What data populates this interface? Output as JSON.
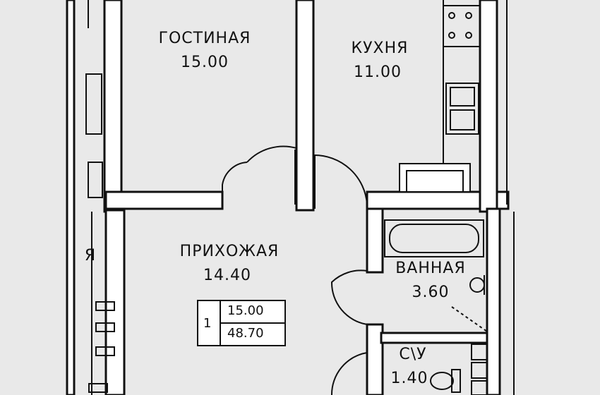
{
  "rooms": {
    "living": {
      "name": "ГОСТИНАЯ",
      "area": "15.00"
    },
    "kitchen": {
      "name": "КУХНЯ",
      "area": "11.00"
    },
    "hallway": {
      "name": "ПРИХОЖАЯ",
      "area": "14.40"
    },
    "bathroom": {
      "name": "ВАННАЯ",
      "area": "3.60"
    },
    "toilet": {
      "name": "С\\У",
      "area": "1.40"
    }
  },
  "side_fragment": "Я",
  "area_table": {
    "index": "1",
    "living_area": "15.00",
    "total_area": "48.70"
  }
}
